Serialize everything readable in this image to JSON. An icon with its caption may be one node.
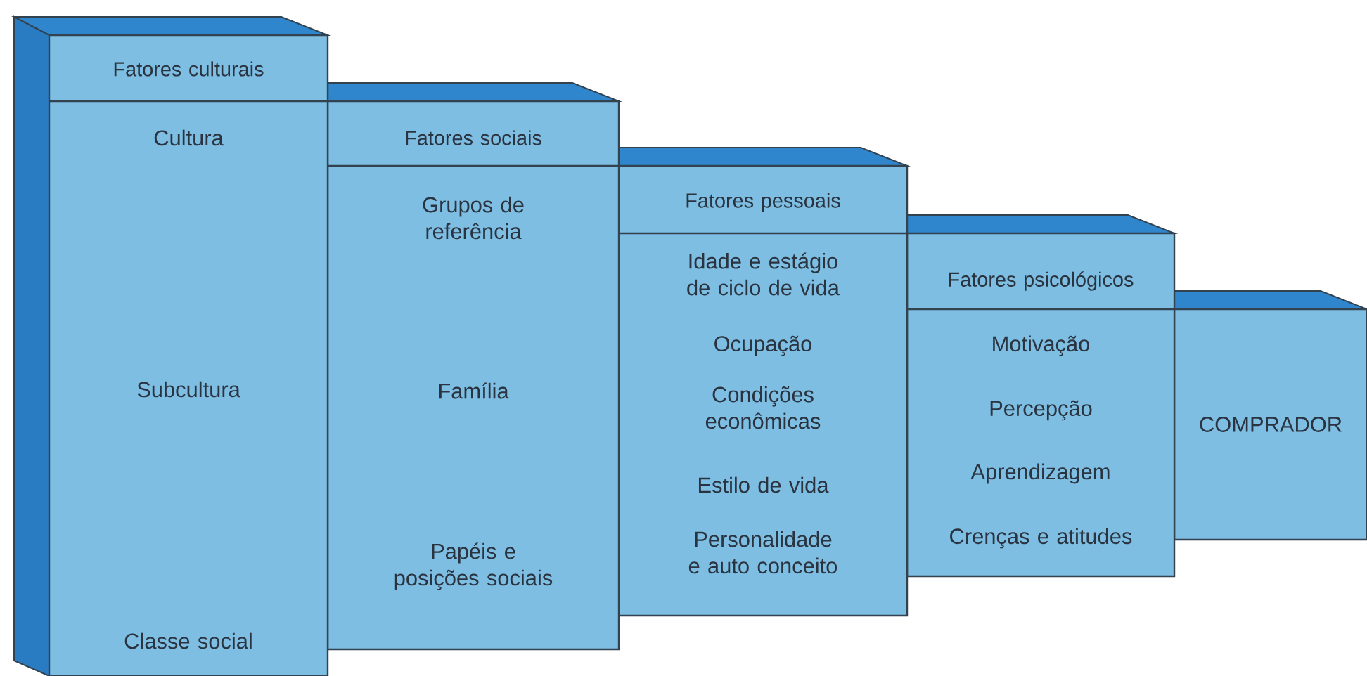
{
  "diagram": {
    "nodes": [
      {
        "text": [
          "Fatores culturais",
          "Cultura",
          "Subcultura",
          "Classe social"
        ]
      },
      {
        "text": [
          "Fatores sociais",
          "Grupos de referência",
          "Família",
          "Papéis e posições sociais"
        ]
      },
      {
        "text": [
          "Fatores pessoais",
          "Idade e estágio de ciclo de vida",
          "Ocupação",
          "Condições econômicas",
          "Estilo de vida",
          "Personalidade e auto conceito"
        ]
      },
      {
        "text": [
          "Fatores psicológicos",
          "Motivação",
          "Percepção",
          "Aprendizagem",
          "Crenças e atitudes"
        ]
      },
      {
        "text": [
          "COMPRADOR"
        ]
      }
    ]
  }
}
